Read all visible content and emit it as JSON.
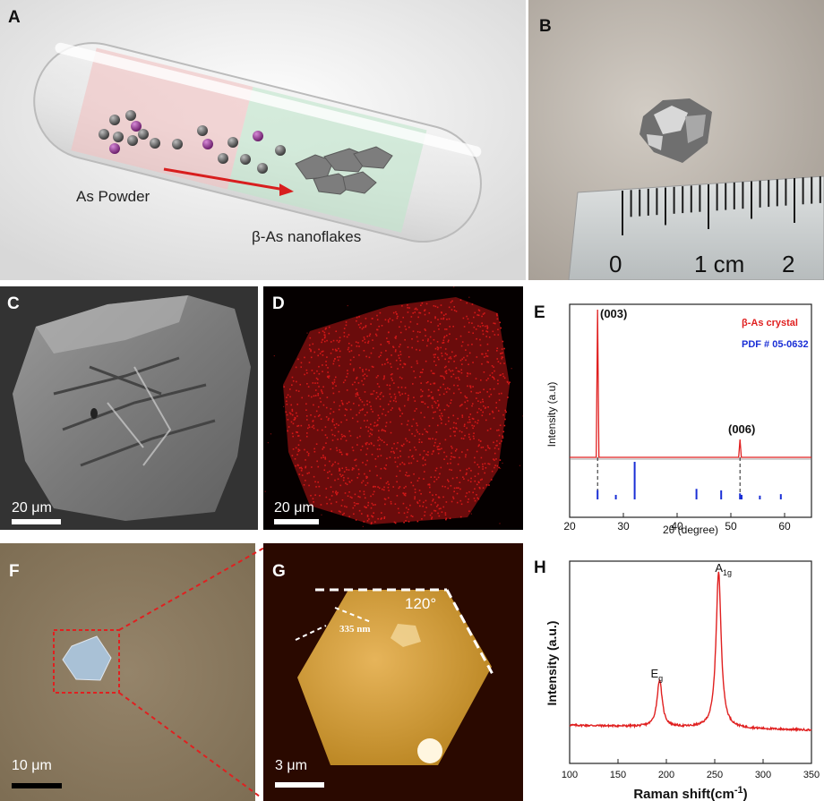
{
  "panels": {
    "A": {
      "label": "A",
      "text_powder": "As Powder",
      "text_flakes": "β-As nanoflakes"
    },
    "B": {
      "label": "B",
      "ruler_labels": [
        "0",
        "1 cm",
        "2"
      ]
    },
    "C": {
      "label": "C",
      "scale": "20 μm"
    },
    "D": {
      "label": "D",
      "scale": "20 μm"
    },
    "E": {
      "label": "E"
    },
    "F": {
      "label": "F",
      "scale": "10 μm"
    },
    "G": {
      "label": "G",
      "scale": "3 μm",
      "angle": "120°",
      "thickness": "335 nm"
    },
    "H": {
      "label": "H"
    }
  },
  "colors": {
    "xrd_line": "#e02020",
    "pdf_bars": "#1a2fd6",
    "raman_line": "#e02020",
    "eds_dots": "#d41818",
    "sem_bg": "#303030",
    "optical_bg": "#8a7a5c",
    "afm_bg": "#2a0900"
  },
  "chart_data": [
    {
      "type": "line",
      "panel": "E",
      "xlabel": "2θ (degree)",
      "ylabel": "Intensity (a.u)",
      "xlim": [
        20,
        65
      ],
      "xticks": [
        "20",
        "30",
        "40",
        "50",
        "60"
      ],
      "series": [
        {
          "name": "β-As crystal",
          "color": "#e02020",
          "peaks": [
            {
              "x": 25.2,
              "label": "(003)"
            },
            {
              "x": 51.7,
              "label": "(006)"
            }
          ]
        },
        {
          "name": "PDF # 05-0632",
          "color": "#1a2fd6",
          "sticks": [
            [
              25.2,
              0.25
            ],
            [
              28.6,
              0.12
            ],
            [
              32.1,
              1.0
            ],
            [
              43.6,
              0.28
            ],
            [
              48.2,
              0.24
            ],
            [
              51.7,
              0.16
            ],
            [
              52.0,
              0.12
            ],
            [
              55.4,
              0.1
            ],
            [
              59.3,
              0.14
            ]
          ]
        }
      ]
    },
    {
      "type": "line",
      "panel": "H",
      "xlabel": "Raman shift(cm⁻¹)",
      "xlabel_main": "Raman shift(cm",
      "xlabel_sup": "-1",
      "xlabel_close": ")",
      "ylabel": "Intensity (a.u.)",
      "xlim": [
        100,
        350
      ],
      "xticks": [
        "100",
        "150",
        "200",
        "250",
        "300",
        "350"
      ],
      "peaks": [
        {
          "x": 193,
          "label": "E",
          "label_sub": "g",
          "height": 0.3
        },
        {
          "x": 254,
          "label": "A",
          "label_sub": "1g",
          "height": 1.0
        }
      ],
      "baseline": 0.05
    }
  ]
}
